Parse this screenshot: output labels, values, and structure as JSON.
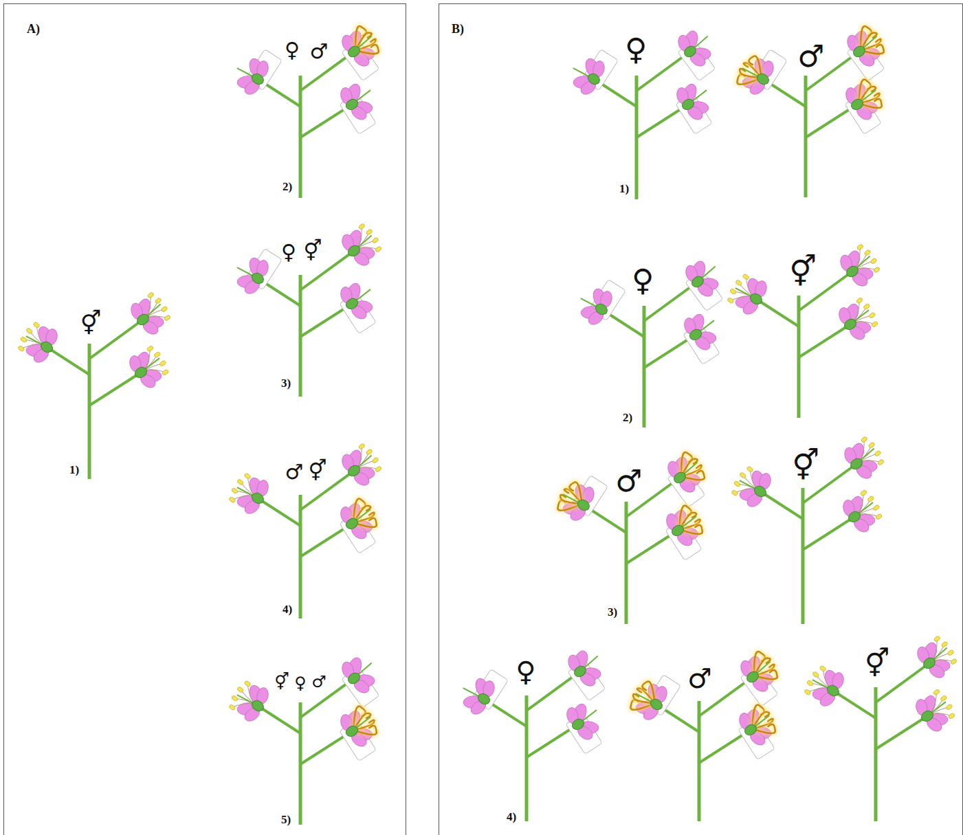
{
  "diagram": {
    "nodes": [
      {
        "text": [
          "A)"
        ]
      },
      {
        "text": [
          "B)"
        ]
      }
    ],
    "labels": [
      "⚥",
      "1)",
      "♀",
      "♂",
      "2)",
      "♀",
      "⚥",
      "3)",
      "♂",
      "⚥",
      "4)",
      "⚥",
      "♀",
      "♂",
      "5)",
      "♀",
      "♂",
      "1)",
      "♀",
      "⚥",
      "2)",
      "♂",
      "⚥",
      "3)",
      "♀",
      "♂",
      "⚥",
      "4)"
    ]
  }
}
